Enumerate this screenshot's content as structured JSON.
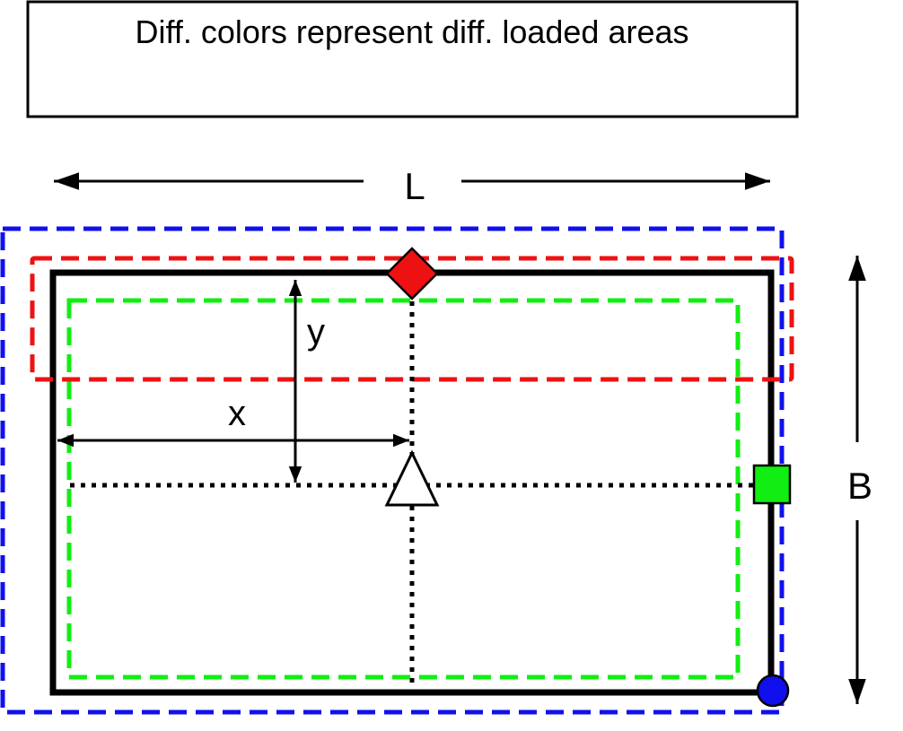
{
  "caption": {
    "text": "Diff. colors represent diff. loaded areas"
  },
  "dimensions": {
    "length_label": "L",
    "breadth_label": "B",
    "x_label": "x",
    "y_label": "y"
  },
  "colors": {
    "slab_outline": "#000000",
    "blue_area": "#1010ee",
    "red_area": "#ee1111",
    "green_area": "#11ee11",
    "triangle_fill": "#ffffff"
  },
  "markers": {
    "top_midpoint": "red-diamond",
    "center": "white-triangle",
    "right_midpoint": "green-square",
    "bottom_right_corner": "blue-circle"
  }
}
